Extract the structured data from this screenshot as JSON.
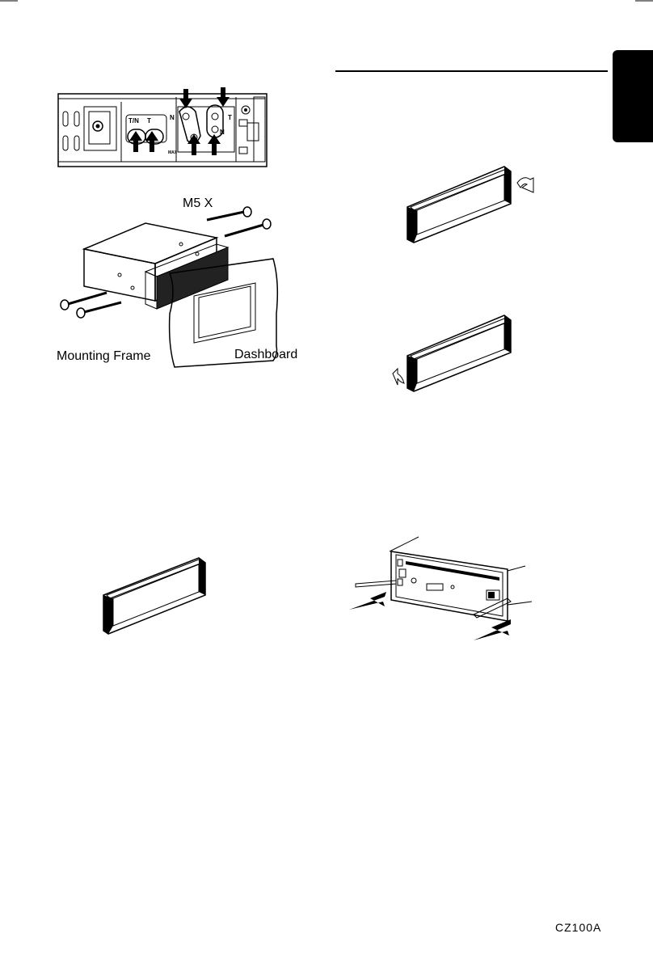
{
  "page": {
    "model_code": "CZ100A"
  },
  "figure_mounting": {
    "screw_label": "M5 X",
    "frame_label": "Mounting Frame",
    "dashboard_label": "Dashboard"
  },
  "figure_bracket": {
    "tab_labels": [
      "T/N",
      "T",
      "N",
      "T",
      "N"
    ],
    "max_label": "MAX"
  }
}
